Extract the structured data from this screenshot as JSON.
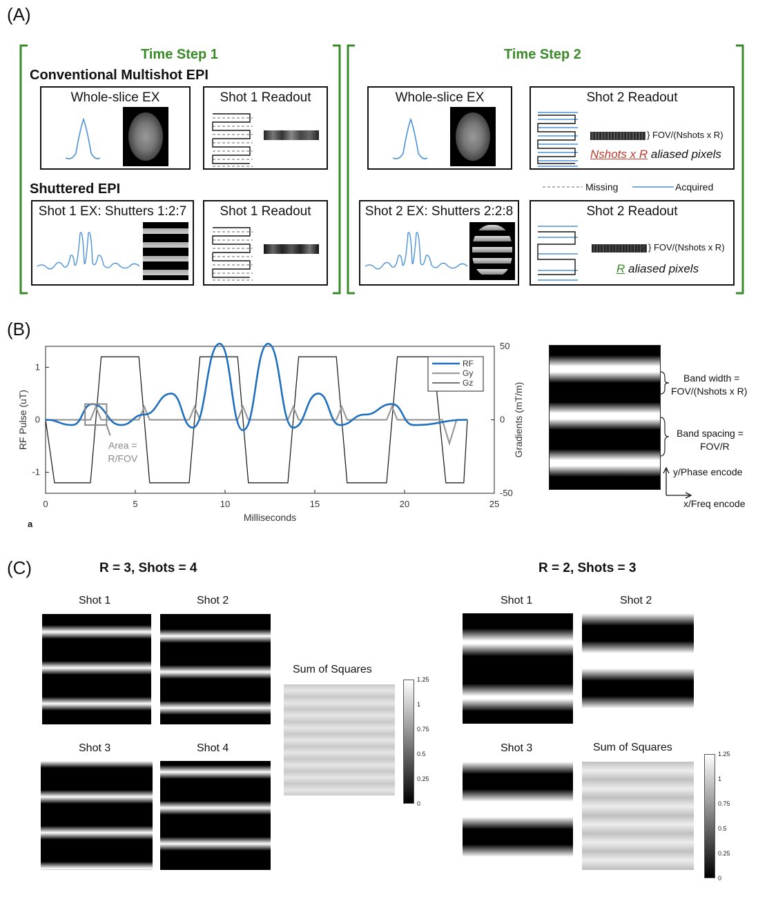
{
  "panelA": {
    "letter": "(A)",
    "time_step_1": "Time Step 1",
    "time_step_2": "Time Step 2",
    "conventional_title": "Conventional Multishot EPI",
    "shuttered_title": "Shuttered EPI",
    "whole_slice_ex": "Whole-slice EX",
    "shot1_readout": "Shot 1 Readout",
    "shot2_readout": "Shot 2 Readout",
    "shot1_ex": "Shot 1 EX: Shutters 1:2:7",
    "shot2_ex": "Shot 2 EX: Shutters 2:2:8",
    "fov_label": "} FOV/(Nshots x R)",
    "nshots_colored": "Nshots x R",
    "aliased_pixels": " aliased pixels",
    "r_colored": "R",
    "legend_missing": "Missing",
    "legend_acquired": "Acquired",
    "colors": {
      "green": "#3a8a2a",
      "red": "#c0392b",
      "blue": "#4a90d9"
    }
  },
  "panelB": {
    "letter": "(B)",
    "sub_letter": "a",
    "area_label_1": "Area =",
    "area_label_2": "R/FOV",
    "band_width_1": "Band width =",
    "band_width_2": "FOV/(Nshots x R)",
    "band_spacing_1": "Band spacing =",
    "band_spacing_2": "FOV/R",
    "y_phase": "y/Phase encode",
    "x_freq": "x/Freq encode"
  },
  "chart_data": {
    "type": "line",
    "xlabel": "Milliseconds",
    "ylabel": "RF Pulse (uT)",
    "y2label": "Gradients (mT/m)",
    "xlim": [
      0,
      25
    ],
    "ylim": [
      -1.4,
      1.4
    ],
    "y2lim": [
      -50,
      50
    ],
    "xticks": [
      "0",
      "5",
      "10",
      "15",
      "20",
      "25"
    ],
    "yticks": [
      "1",
      "0",
      "-1"
    ],
    "y2ticks": [
      "50",
      "0",
      "-50"
    ],
    "legend": [
      "RF",
      "Gy",
      "Gz"
    ],
    "legend_position": "top-right",
    "series": [
      {
        "name": "RF",
        "color": "#1f6fbf",
        "peaks": [
          [
            1.5,
            -0.1
          ],
          [
            2.6,
            0.3
          ],
          [
            4.2,
            -0.1
          ],
          [
            5.5,
            0.1
          ],
          [
            7.0,
            0.5
          ],
          [
            8.2,
            -0.15
          ],
          [
            9.7,
            1.45
          ],
          [
            11.0,
            -0.2
          ],
          [
            12.4,
            1.45
          ],
          [
            13.8,
            -0.15
          ],
          [
            15.2,
            0.5
          ],
          [
            16.4,
            -0.1
          ],
          [
            17.8,
            0.1
          ],
          [
            19.3,
            0.3
          ],
          [
            20.5,
            -0.1
          ],
          [
            23.5,
            0
          ]
        ]
      },
      {
        "name": "Gy",
        "color": "#999999",
        "blips": [
          2.8,
          5.5,
          8.3,
          11.0,
          13.8,
          16.5,
          19.3
        ],
        "blip_amplitude": 0.25,
        "rewinder": [
          22.5,
          -0.45
        ]
      },
      {
        "name": "Gz",
        "color": "#222222",
        "plateau_high": 1.2,
        "plateau_low": -1.2,
        "transitions": [
          0,
          0.5,
          2.8,
          5.5,
          8.3,
          11.0,
          13.8,
          16.5,
          19.3,
          22.0,
          22.5,
          23.5
        ]
      }
    ]
  },
  "panelC": {
    "letter": "(C)",
    "left_title": "R = 3, Shots = 4",
    "right_title": "R = 2, Shots = 3",
    "shot1": "Shot 1",
    "shot2": "Shot 2",
    "shot3": "Shot 3",
    "shot4": "Shot 4",
    "sum_of_squares": "Sum of Squares",
    "colorbar_ticks": [
      "1.25",
      "1",
      "0.75",
      "0.5",
      "0.25",
      "0"
    ]
  }
}
